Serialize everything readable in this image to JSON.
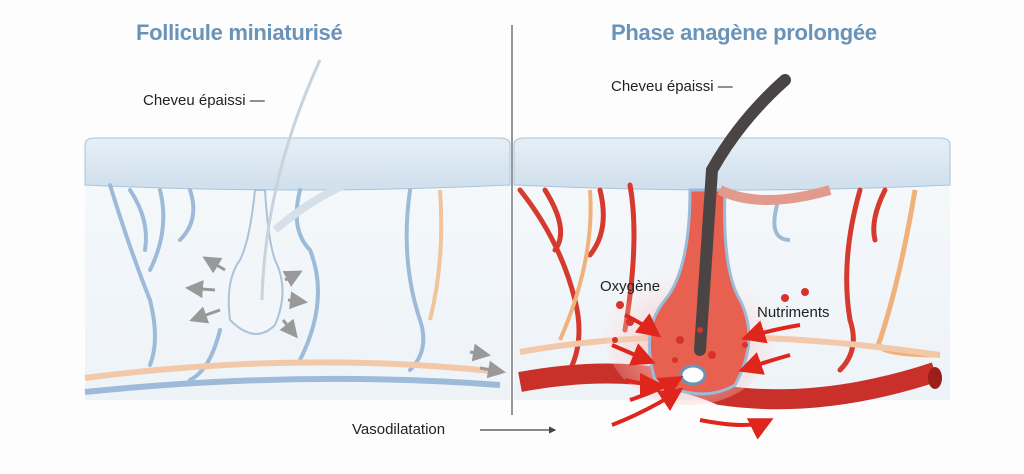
{
  "left_panel": {
    "title": "Follicule miniaturisé",
    "hair_label": "Cheveu épaissi —"
  },
  "right_panel": {
    "title": "Phase anagène prolongée",
    "hair_label": "Cheveu épaissi —",
    "oxygen_label": "Oxygène",
    "nutrients_label": "Nutriments"
  },
  "vasodilatation_label": "Vasodilatation",
  "colors": {
    "title": "#6a93b8",
    "skin": "#dde9f2",
    "vessel_blue": "#9dbbd8",
    "artery_red": "#d63a2f",
    "vessel_orange": "#f0b27a"
  }
}
